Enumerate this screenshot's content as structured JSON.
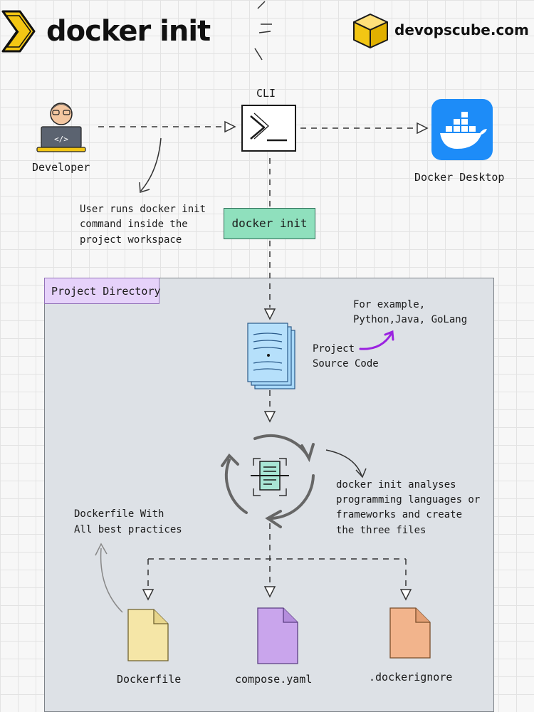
{
  "title": "docker init",
  "brand": "devopscube.com",
  "cli_label": "CLI",
  "developer_label": "Developer",
  "docker_desktop_label": "Docker Desktop",
  "user_note": [
    "User runs docker init",
    "command inside the",
    "project workspace"
  ],
  "docker_init_label": "docker init",
  "project_directory_label": "Project Directory",
  "example_note": [
    "For example,",
    "Python,Java, GoLang"
  ],
  "source_code_label": [
    "Project",
    "Source Code"
  ],
  "analyse_note": [
    "docker init analyses",
    "programming languages or",
    "frameworks and create",
    "the three files"
  ],
  "dockerfile_note": [
    "Dockerfile With",
    "All best practices"
  ],
  "files": [
    "Dockerfile",
    "compose.yaml",
    ".dockerignore"
  ],
  "colors": {
    "accent_green": "#8fe0bd",
    "project_purple": "#e6d2fa",
    "docker_blue": "#1d8cf8",
    "source_blue": "#a8d8f8",
    "dockerfile_yellow": "#f5e6a7",
    "compose_purple": "#c9a5ec",
    "dockerignore_orange": "#f2b48c"
  }
}
